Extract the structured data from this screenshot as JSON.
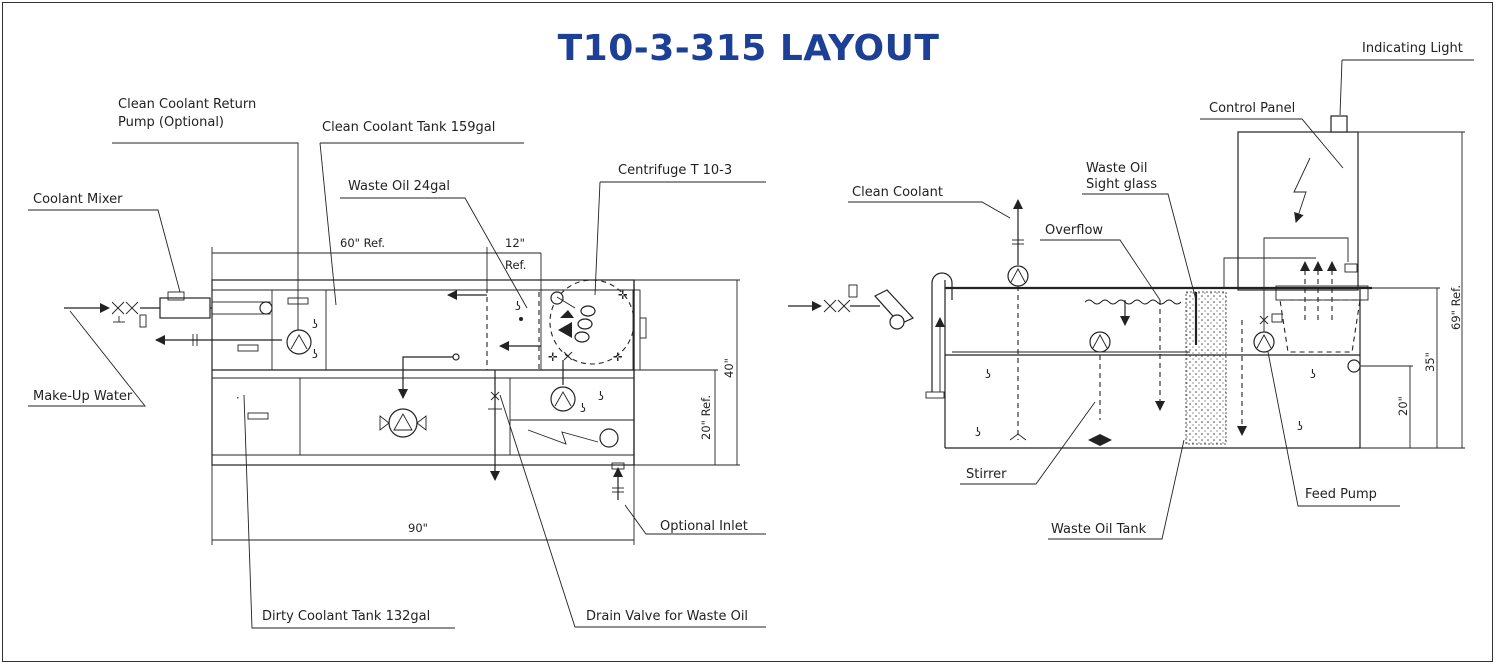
{
  "title": "T10-3-315 LAYOUT",
  "labels": {
    "clean_coolant_return_1": "Clean Coolant Return",
    "clean_coolant_return_2": "Pump (Optional)",
    "clean_coolant_tank": "Clean Coolant Tank 159gal",
    "waste_oil": "Waste Oil 24gal",
    "centrifuge": "Centrifuge T 10-3",
    "coolant_mixer": "Coolant Mixer",
    "make_up_water": "Make-Up Water",
    "dirty_coolant_tank": "Dirty Coolant Tank 132gal",
    "drain_valve": "Drain Valve for Waste Oil",
    "optional_inlet": "Optional Inlet",
    "indicating_light": "Indicating Light",
    "control_panel": "Control Panel",
    "clean_coolant": "Clean Coolant",
    "waste_oil_sight_1": "Waste Oil",
    "waste_oil_sight_2": "Sight glass",
    "overflow": "Overflow",
    "stirrer": "Stirrer",
    "waste_oil_tank": "Waste Oil Tank",
    "feed_pump": "Feed Pump"
  },
  "dimensions": {
    "d60": "60\" Ref.",
    "d12": "12\"",
    "d12_ref": "Ref.",
    "d40": "40\"",
    "d20_ref": "20\" Ref.",
    "d90": "90\"",
    "d69": "69\" Ref.",
    "d35": "35\"",
    "d20": "20\""
  }
}
